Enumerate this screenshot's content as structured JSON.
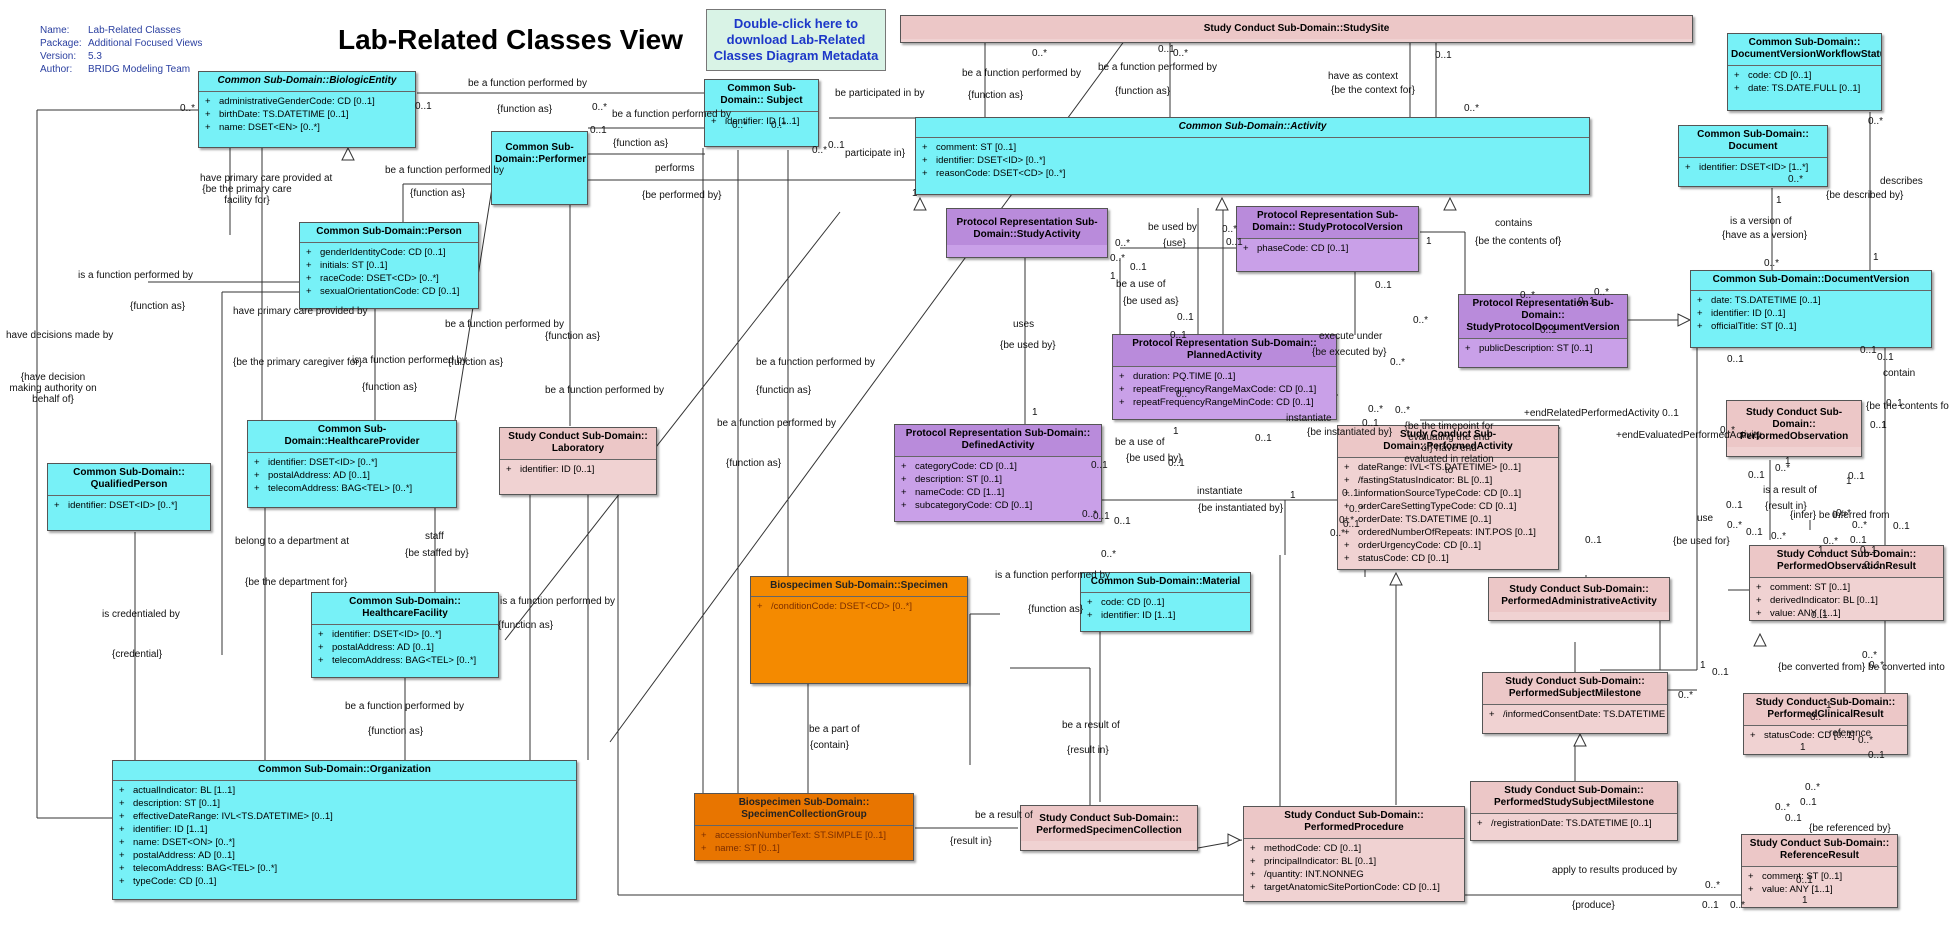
{
  "meta": {
    "name_label": "Name:",
    "name": "Lab-Related Classes",
    "package_label": "Package:",
    "package": "Additional Focused Views",
    "version_label": "Version:",
    "version": "5.3",
    "author_label": "Author:",
    "author": "BRIDG Modeling Team"
  },
  "title": "Lab-Related Classes View",
  "note": "Double-click here to download Lab-Related Classes Diagram Metadata",
  "classes": {
    "biologic_entity": {
      "title": "Common Sub-Domain::BiologicEntity",
      "attrs": [
        "administrativeGenderCode: CD [0..1]",
        "birthDate: TS.DATETIME [0..1]",
        "name: DSET<EN> [0..*]"
      ]
    },
    "subject": {
      "title": "Common Sub-Domain:: Subject",
      "attrs": [
        "identifier: ID [1..1]"
      ]
    },
    "performer": {
      "title": "Common Sub-Domain::Performer"
    },
    "study_site": {
      "title": "Study Conduct Sub-Domain::StudySite"
    },
    "activity": {
      "title": "Common Sub-Domain::Activity",
      "attrs": [
        "comment: ST [0..1]",
        "identifier: DSET<ID> [0..*]",
        "reasonCode: DSET<CD> [0..*]"
      ]
    },
    "doc_version_workflow_status": {
      "title": "Common Sub-Domain:: DocumentVersionWorkflowStatus",
      "attrs": [
        "code: CD [0..1]",
        "date: TS.DATE.FULL [0..1]"
      ]
    },
    "document": {
      "title": "Common Sub-Domain:: Document",
      "attrs": [
        "identifier: DSET<ID> [1..*]"
      ]
    },
    "person": {
      "title": "Common Sub-Domain::Person",
      "attrs": [
        "genderIdentityCode: CD [0..1]",
        "initials: ST [0..1]",
        "raceCode: DSET<CD> [0..*]",
        "sexualOrientationCode: CD [0..1]"
      ]
    },
    "study_activity": {
      "title": "Protocol Representation Sub-Domain::StudyActivity"
    },
    "study_protocol_version": {
      "title": "Protocol Representation Sub-Domain:: StudyProtocolVersion",
      "attrs": [
        "phaseCode: CD [0..1]"
      ]
    },
    "study_protocol_doc_version": {
      "title": "Protocol Representation Sub-Domain:: StudyProtocolDocumentVersion",
      "attrs": [
        "publicDescription: ST [0..1]"
      ]
    },
    "document_version": {
      "title": "Common Sub-Domain::DocumentVersion",
      "attrs": [
        "date: TS.DATETIME [0..1]",
        "identifier: ID [0..1]",
        "officialTitle: ST [0..1]"
      ]
    },
    "planned_activity": {
      "title": "Protocol Representation Sub-Domain:: PlannedActivity",
      "attrs": [
        "duration: PQ.TIME [0..1]",
        "repeatFrequencyRangeMaxCode: CD [0..1]",
        "repeatFrequencyRangeMinCode: CD [0..1]"
      ]
    },
    "healthcare_provider": {
      "title": "Common Sub-Domain::HealthcareProvider",
      "attrs": [
        "identifier: DSET<ID> [0..*]",
        "postalAddress: AD [0..1]",
        "telecomAddress: BAG<TEL> [0..*]"
      ]
    },
    "laboratory": {
      "title": "Study Conduct Sub-Domain:: Laboratory",
      "attrs": [
        "identifier: ID [0..1]"
      ]
    },
    "defined_activity": {
      "title": "Protocol Representation Sub-Domain:: DefinedActivity",
      "attrs": [
        "categoryCode: CD [0..1]",
        "description: ST [0..1]",
        "nameCode: CD [1..1]",
        "subcategoryCode: CD [0..1]"
      ]
    },
    "performed_activity": {
      "title": "Study Conduct Sub-Domain::PerformedActivity",
      "attrs": [
        "dateRange: IVL<TS.DATETIME> [0..1]",
        "/fastingStatusIndicator: BL [0..1]",
        "informationSourceTypeCode: CD [0..1]",
        "orderCareSettingTypeCode: CD [0..1]",
        "orderDate: TS.DATETIME [0..1]",
        "orderedNumberOfRepeats: INT.POS [0..1]",
        "orderUrgencyCode: CD [0..1]",
        "statusCode: CD [0..1]"
      ]
    },
    "performed_observation": {
      "title": "Study Conduct Sub-Domain:: PerformedObservation"
    },
    "qualified_person": {
      "title": "Common Sub-Domain:: QualifiedPerson",
      "attrs": [
        "identifier: DSET<ID> [0..*]"
      ]
    },
    "specimen": {
      "title": "Biospecimen Sub-Domain::Specimen",
      "attrs": [
        "/conditionCode: DSET<CD> [0..*]"
      ]
    },
    "material": {
      "title": "Common Sub-Domain::Material",
      "attrs": [
        "code: CD [0..1]",
        "identifier: ID [1..1]"
      ]
    },
    "performed_admin_activity": {
      "title": "Study Conduct Sub-Domain:: PerformedAdministrativeActivity"
    },
    "performed_observation_result": {
      "title": "Study Conduct Sub-Domain:: PerformedObservationResult",
      "attrs": [
        "comment: ST [0..1]",
        "derivedIndicator: BL [0..1]",
        "value: ANY [1..1]"
      ]
    },
    "healthcare_facility": {
      "title": "Common Sub-Domain:: HealthcareFacility",
      "attrs": [
        "identifier: DSET<ID> [0..*]",
        "postalAddress: AD [0..1]",
        "telecomAddress: BAG<TEL> [0..*]"
      ]
    },
    "performed_subject_milestone": {
      "title": "Study Conduct Sub-Domain:: PerformedSubjectMilestone",
      "attrs": [
        "/informedConsentDate: TS.DATETIME [0..1]"
      ]
    },
    "performed_clinical_result": {
      "title": "Study Conduct Sub-Domain:: PerformedClinicalResult",
      "attrs": [
        "statusCode: CD [0..1]"
      ]
    },
    "organization": {
      "title": "Common Sub-Domain::Organization",
      "attrs": [
        "actualIndicator: BL [1..1]",
        "description: ST [0..1]",
        "effectiveDateRange: IVL<TS.DATETIME> [0..1]",
        "identifier: ID [1..1]",
        "name: DSET<ON> [0..*]",
        "postalAddress: AD [0..1]",
        "telecomAddress: BAG<TEL> [0..*]",
        "typeCode: CD [0..1]"
      ]
    },
    "specimen_collection_group": {
      "title": "Biospecimen Sub-Domain:: SpecimenCollectionGroup",
      "attrs": [
        "accessionNumberText: ST.SIMPLE [0..1]",
        "name: ST [0..1]"
      ]
    },
    "performed_specimen_collection": {
      "title": "Study Conduct Sub-Domain:: PerformedSpecimenCollection"
    },
    "performed_procedure": {
      "title": "Study Conduct Sub-Domain:: PerformedProcedure",
      "attrs": [
        "methodCode: CD [0..1]",
        "principalIndicator: BL [0..1]",
        "/quantity: INT.NONNEG",
        "targetAnatomicSitePortionCode: CD [0..1]"
      ]
    },
    "performed_study_subject_milestone": {
      "title": "Study Conduct Sub-Domain:: PerformedStudySubjectMilestone",
      "attrs": [
        "/registrationDate: TS.DATETIME [0..1]"
      ]
    },
    "reference_result": {
      "title": "Study Conduct Sub-Domain:: ReferenceResult",
      "attrs": [
        "comment: ST [0..1]",
        "value: ANY [1..1]"
      ]
    }
  },
  "labels": [
    "be a function performed by",
    "{function as}",
    "be a function performed by",
    "{function as}",
    "be participated in by",
    "participate in}",
    "be a function performed by",
    "{function as}",
    "be a function performed by",
    "{function as}",
    "have as context",
    "{be the context for}",
    "be a function performed by",
    "{function as}",
    "performs",
    "{be performed by}",
    "have primary care provided at",
    "{be the primary care facility for}",
    "is a function performed by",
    "{function as}",
    "have primary care provided by",
    "{be the primary caregiver for}",
    "is a function performed by",
    "{function as}",
    "be a function performed by",
    "{function as}",
    "have decisions made by",
    "{have decision making authority on behalf of}",
    "be a function performed by",
    "{function as}",
    "be used by",
    "{use}",
    "be a use of",
    "{be used as}",
    "uses",
    "{be used by}",
    "execute under",
    "{be executed by}",
    "contains",
    "{be the contents of}",
    "is a version of",
    "{have as a version}",
    "describes",
    "{be described by}",
    "contain",
    "{be the contents for}",
    "be a function performed by",
    "{function as}",
    "be a function performed by",
    "{function as}",
    "be a use of",
    "{be used by}",
    "instantiate",
    "{be instantiated by}",
    "instantiate",
    "{be instantiated by}",
    "+endRelatedPerformedActivity 0..1",
    "{be the timepoint for evaluating the end of} have end evaluated in relation to",
    "+endEvaluatedPerformedActivity",
    "is a result of",
    "{result in}",
    "{infer} be inferred from",
    "use",
    "{be used for}",
    "staff",
    "{be staffed by}",
    "belong to a department at",
    "{be the department for}",
    "is credentialed by",
    "{credential}",
    "is a function performed by",
    "{function as}",
    "be a function performed by",
    "{function as}",
    "is a function performed by",
    "{function as}",
    "be a part of",
    "{contain}",
    "be a result of",
    "{result in}",
    "be a result of",
    "{result in}",
    "{be converted from} be converted into",
    "reference",
    "{be referenced by}",
    "apply to results produced by",
    "{produce}"
  ],
  "mults": [
    "0..*",
    "0..1",
    "0..*",
    "0..1",
    "0..*",
    "0..*",
    "0..*",
    "0..1",
    "0..*",
    "0..1",
    "0..*",
    "1",
    "0..1",
    "0..*",
    "0..*",
    "0..*",
    "1",
    "0..*",
    "0..1",
    "1",
    "0..1",
    "0..1",
    "0..*",
    "0..1",
    "0..1",
    "0..*",
    "0..*",
    "0..1",
    "0..*",
    "1",
    "0..*",
    "0..*",
    "0..1",
    "0..*",
    "0..*",
    "0..1",
    "0..1",
    "0..1",
    "1",
    "0..*",
    "1",
    "0..*",
    "0..1",
    "0..1",
    "0..*",
    "0..1",
    "0..1",
    "0..*",
    "1",
    "0..1",
    "0..1",
    "0..1",
    "0..*",
    "0..*",
    "0..*",
    "0..*",
    "0..1",
    "1",
    "0..1",
    "0..*",
    "0..*",
    "0..1",
    "0..1",
    "1",
    "0..*",
    "0..1",
    "0..*",
    "0..1",
    "0..1",
    "0..*",
    "0..1",
    "1",
    "0..1",
    "0..*",
    "0..*",
    "0..1",
    "0..1",
    "0..1",
    "1",
    "0..1",
    "0..1",
    "0..*",
    "0..1",
    "0..1",
    "0..*",
    "0..1",
    "0..*",
    "0..*",
    "0..*",
    "1",
    "1",
    "0..*",
    "0..*",
    "1",
    "0..*",
    "1",
    "0..1",
    "0..*",
    "0..1"
  ]
}
